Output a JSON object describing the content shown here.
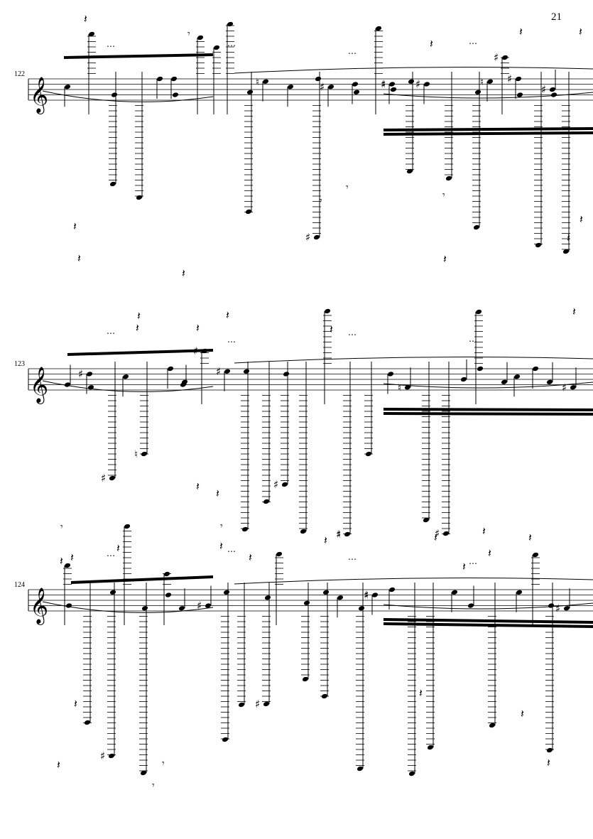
{
  "page_number": "21",
  "systems": [
    {
      "id": "system-1",
      "measure_number": "122"
    },
    {
      "id": "system-2",
      "measure_number": "123"
    },
    {
      "id": "system-3",
      "measure_number": "124"
    }
  ],
  "clef": "treble",
  "glyphs": {
    "clef": "𝄞",
    "sharp": "♯",
    "natural": "♮",
    "rest": "𝄽",
    "eighth_rest": "𝄾",
    "dots": "⋯"
  },
  "colors": {
    "ink": "#000000",
    "paper": "#ffffff"
  }
}
